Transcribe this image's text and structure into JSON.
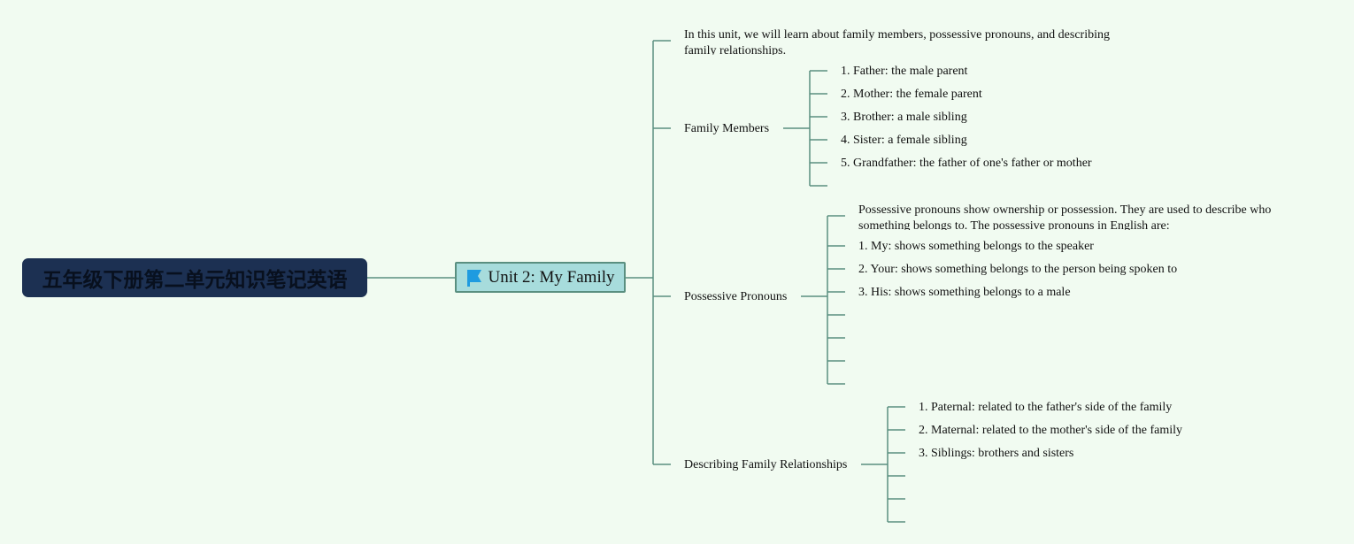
{
  "root": {
    "title": "五年级下册第二单元知识笔记英语"
  },
  "main": {
    "title": "Unit 2: My Family",
    "icon": "flag-icon"
  },
  "intro": "In this unit, we will learn about family members, possessive pronouns, and describing family relationships.",
  "family_members": {
    "label": "Family Members",
    "items": [
      "1. Father: the male parent",
      "2. Mother: the female parent",
      "3. Brother: a male sibling",
      "4. Sister: a female sibling",
      "5. Grandfather: the father of one's father or mother"
    ]
  },
  "possessive_pronouns": {
    "label": "Possessive Pronouns",
    "description": "Possessive pronouns show ownership or possession. They are used to describe who something belongs to. The possessive pronouns in English are:",
    "items": [
      "1. My: shows something belongs to the speaker",
      "2. Your: shows something belongs to the person being spoken to",
      "3. His: shows something belongs to a male"
    ]
  },
  "relationships": {
    "label": "Describing Family Relationships",
    "items": [
      "1. Paternal: related to the father's side of the family",
      "2. Maternal: related to the mother's side of the family",
      "3. Siblings: brothers and sisters"
    ]
  },
  "colors": {
    "background": "#f1fbf1",
    "root_fill": "#1c3052",
    "main_fill": "#a7dcdc",
    "line": "#5a8f80",
    "flag": "#1e9be0"
  }
}
